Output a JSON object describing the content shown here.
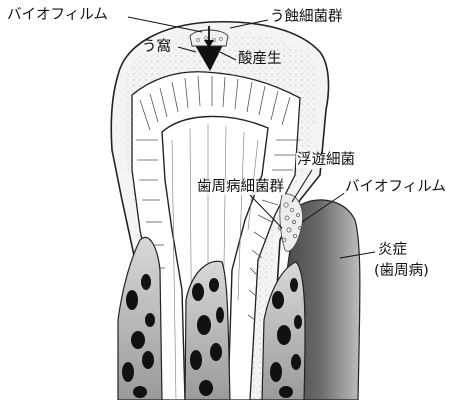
{
  "labels": {
    "biofilm_top": "バイオフィルム",
    "caries_bacteria": "う蝕細菌群",
    "caries": "う窩",
    "acid_production": "酸産生",
    "planktonic_bacteria": "浮遊細菌",
    "perio_bacteria": "歯周病細菌群",
    "biofilm_right": "バイオフィルム",
    "inflammation": "炎症",
    "periodontal_disease": "(歯周病)"
  }
}
